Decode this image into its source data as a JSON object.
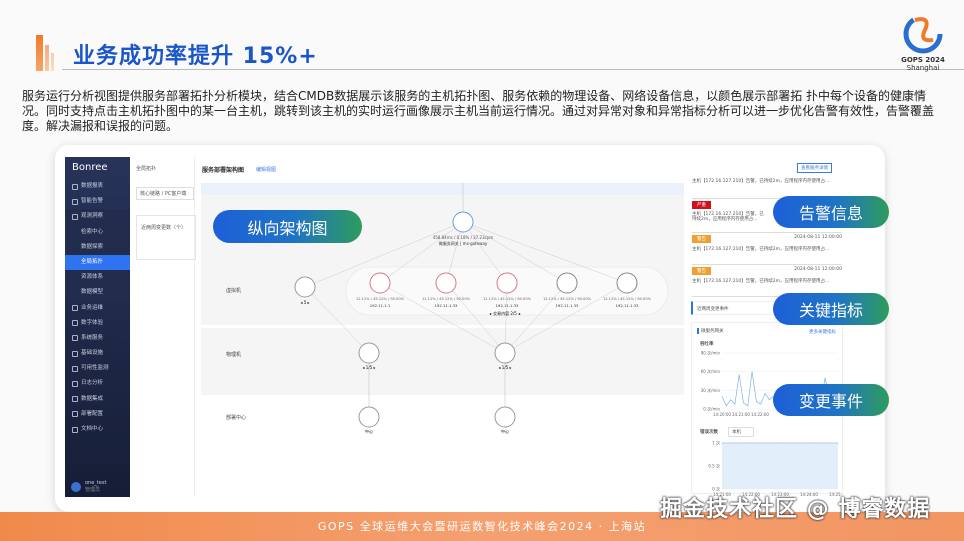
{
  "slide": {
    "title": "业务成功率提升 15%+",
    "logo_text": "GOPS 2024",
    "logo_sub": "Shanghai",
    "description": "服务运行分析视图提供服务部署拓扑分析模块，结合CMDB数据展示该服务的主机拓扑图、服务依赖的物理设备、网络设备信息，以颜色展示部署拓 扑中每个设备的健康情况。同时支持点击主机拓扑图中的某一台主机，跳转到该主机的实时运行画像展示主机当前运行情况。通过对异常对象和异常指标分析可以进一步优化告警有效性，告警覆盖度。解决漏报和误报的问题。",
    "footer": "GOPS 全球运维大会暨研运数智化技术峰会2024 · 上海站",
    "watermark": "掘金技术社区 @ 博睿数据",
    "accent": "#1a56c8",
    "footer_color": "#f08a4b"
  },
  "callouts": {
    "topology": "纵向架构图",
    "alerts": "告警信息",
    "metrics": "关键指标",
    "changes": "变更事件"
  },
  "app": {
    "brand": "Bonree",
    "sidebar": [
      {
        "label": "数据报表"
      },
      {
        "label": "智能告警"
      },
      {
        "label": "观测洞察",
        "open": true
      },
      {
        "label": "检索中心",
        "sub": true
      },
      {
        "label": "数据探索",
        "sub": true
      },
      {
        "label": "全局拓扑",
        "sub": true,
        "active": true
      },
      {
        "label": "资源体系",
        "sub": true
      },
      {
        "label": "数据模型",
        "sub": true
      },
      {
        "label": "业务运维"
      },
      {
        "label": "数字体验"
      },
      {
        "label": "系统服务"
      },
      {
        "label": "基础设施"
      },
      {
        "label": "可用性监测"
      },
      {
        "label": "日志分析"
      },
      {
        "label": "数据集成"
      },
      {
        "label": "部署配置"
      },
      {
        "label": "文档中心"
      }
    ],
    "user": {
      "name": "one_test",
      "role": "管理员"
    },
    "col2": {
      "title": "全局拓扑",
      "breadcrumb": "核心链路 / PC客户端",
      "card": "近两周变更数（个）"
    },
    "main": {
      "title": "服务部署架构图",
      "edit_link": "编辑视图",
      "layers": {
        "vm": "虚拟机",
        "physical": "物理机",
        "dc": "部署中心"
      },
      "gateway": {
        "metrics": "458.84ms / 0.18% / 37.23cpm",
        "name": "微服务网关 | ms-gateway"
      },
      "vm_left_pager": "5",
      "vm_nodes": [
        {
          "metrics": "12.12% / 45.12% / 90.00%",
          "ip": "192.11.1.1",
          "status": "error"
        },
        {
          "metrics": "12.12% / 45.12% / 90.00%",
          "ip": "192.11.1.33",
          "status": "error"
        },
        {
          "metrics": "12.12% / 45.12% / 90.00%",
          "ip": "192.11.1.33",
          "status": "error"
        },
        {
          "metrics": "12.12% / 45.12% / 90.00%",
          "ip": "192.11.1.33",
          "status": "normal"
        },
        {
          "metrics": "12.12% / 45.12% / 90.00%",
          "ip": "192.11.1.33",
          "status": "normal"
        }
      ],
      "vm_pager": "交易内容 2/5",
      "physical_pager": [
        "1/5",
        "1/5"
      ],
      "dc_labels": [
        "中心",
        "中心"
      ]
    },
    "right": {
      "detail_button": "查看服务详情",
      "alerts": [
        {
          "badge": "",
          "time": "",
          "text": "主机【172.16.127.210】告警，已持续2m，应用程序内存使用占..."
        },
        {
          "badge": "严重",
          "badge_color": "#d0121b",
          "time": "",
          "text": "主机【172.16.127.210】告警，已持续2m，应用程序内存使用占..."
        },
        {
          "badge": "警告",
          "badge_color": "#f0a030",
          "time": "2024-08-11 12:00:00",
          "text": "主机【172.16.127.210】告警，已持续2m，应用程序内存使用占..."
        },
        {
          "badge": "警告",
          "badge_color": "#f0a030",
          "time": "2024-08-11 12:00:00",
          "text": "主机【172.16.127.210】告警，已持续2m，应用程序内存使用占..."
        }
      ],
      "changes_title": "近两周变更事件",
      "metric_card": {
        "title": "微服务网关",
        "more": "更多关键指标"
      },
      "error_select": "本机"
    }
  },
  "chart_data": [
    {
      "type": "line",
      "title": "吞吐率",
      "yticks": [
        "90 次/min",
        "60 次/min",
        "30 次/min",
        "0 次/min"
      ],
      "ylim": [
        0,
        90
      ],
      "xticks": [
        "14:20:00",
        "14:21:00",
        "14:22:00"
      ],
      "values": [
        20,
        5,
        15,
        8,
        55,
        10,
        5,
        60,
        12,
        8,
        25,
        15,
        20,
        10,
        18,
        12,
        8,
        15,
        25,
        10,
        15,
        8,
        20,
        12,
        50,
        15,
        10,
        20
      ]
    },
    {
      "type": "area",
      "title": "错误次数",
      "yticks": [
        "1 次",
        "0.5 次",
        "0 次"
      ],
      "ylim": [
        0,
        1
      ],
      "xticks": [
        "14:21:00",
        "14:22:00",
        "14:23:00",
        "14:24:00",
        "14:25:00"
      ],
      "values": [
        1,
        1,
        1,
        1,
        1
      ]
    }
  ]
}
